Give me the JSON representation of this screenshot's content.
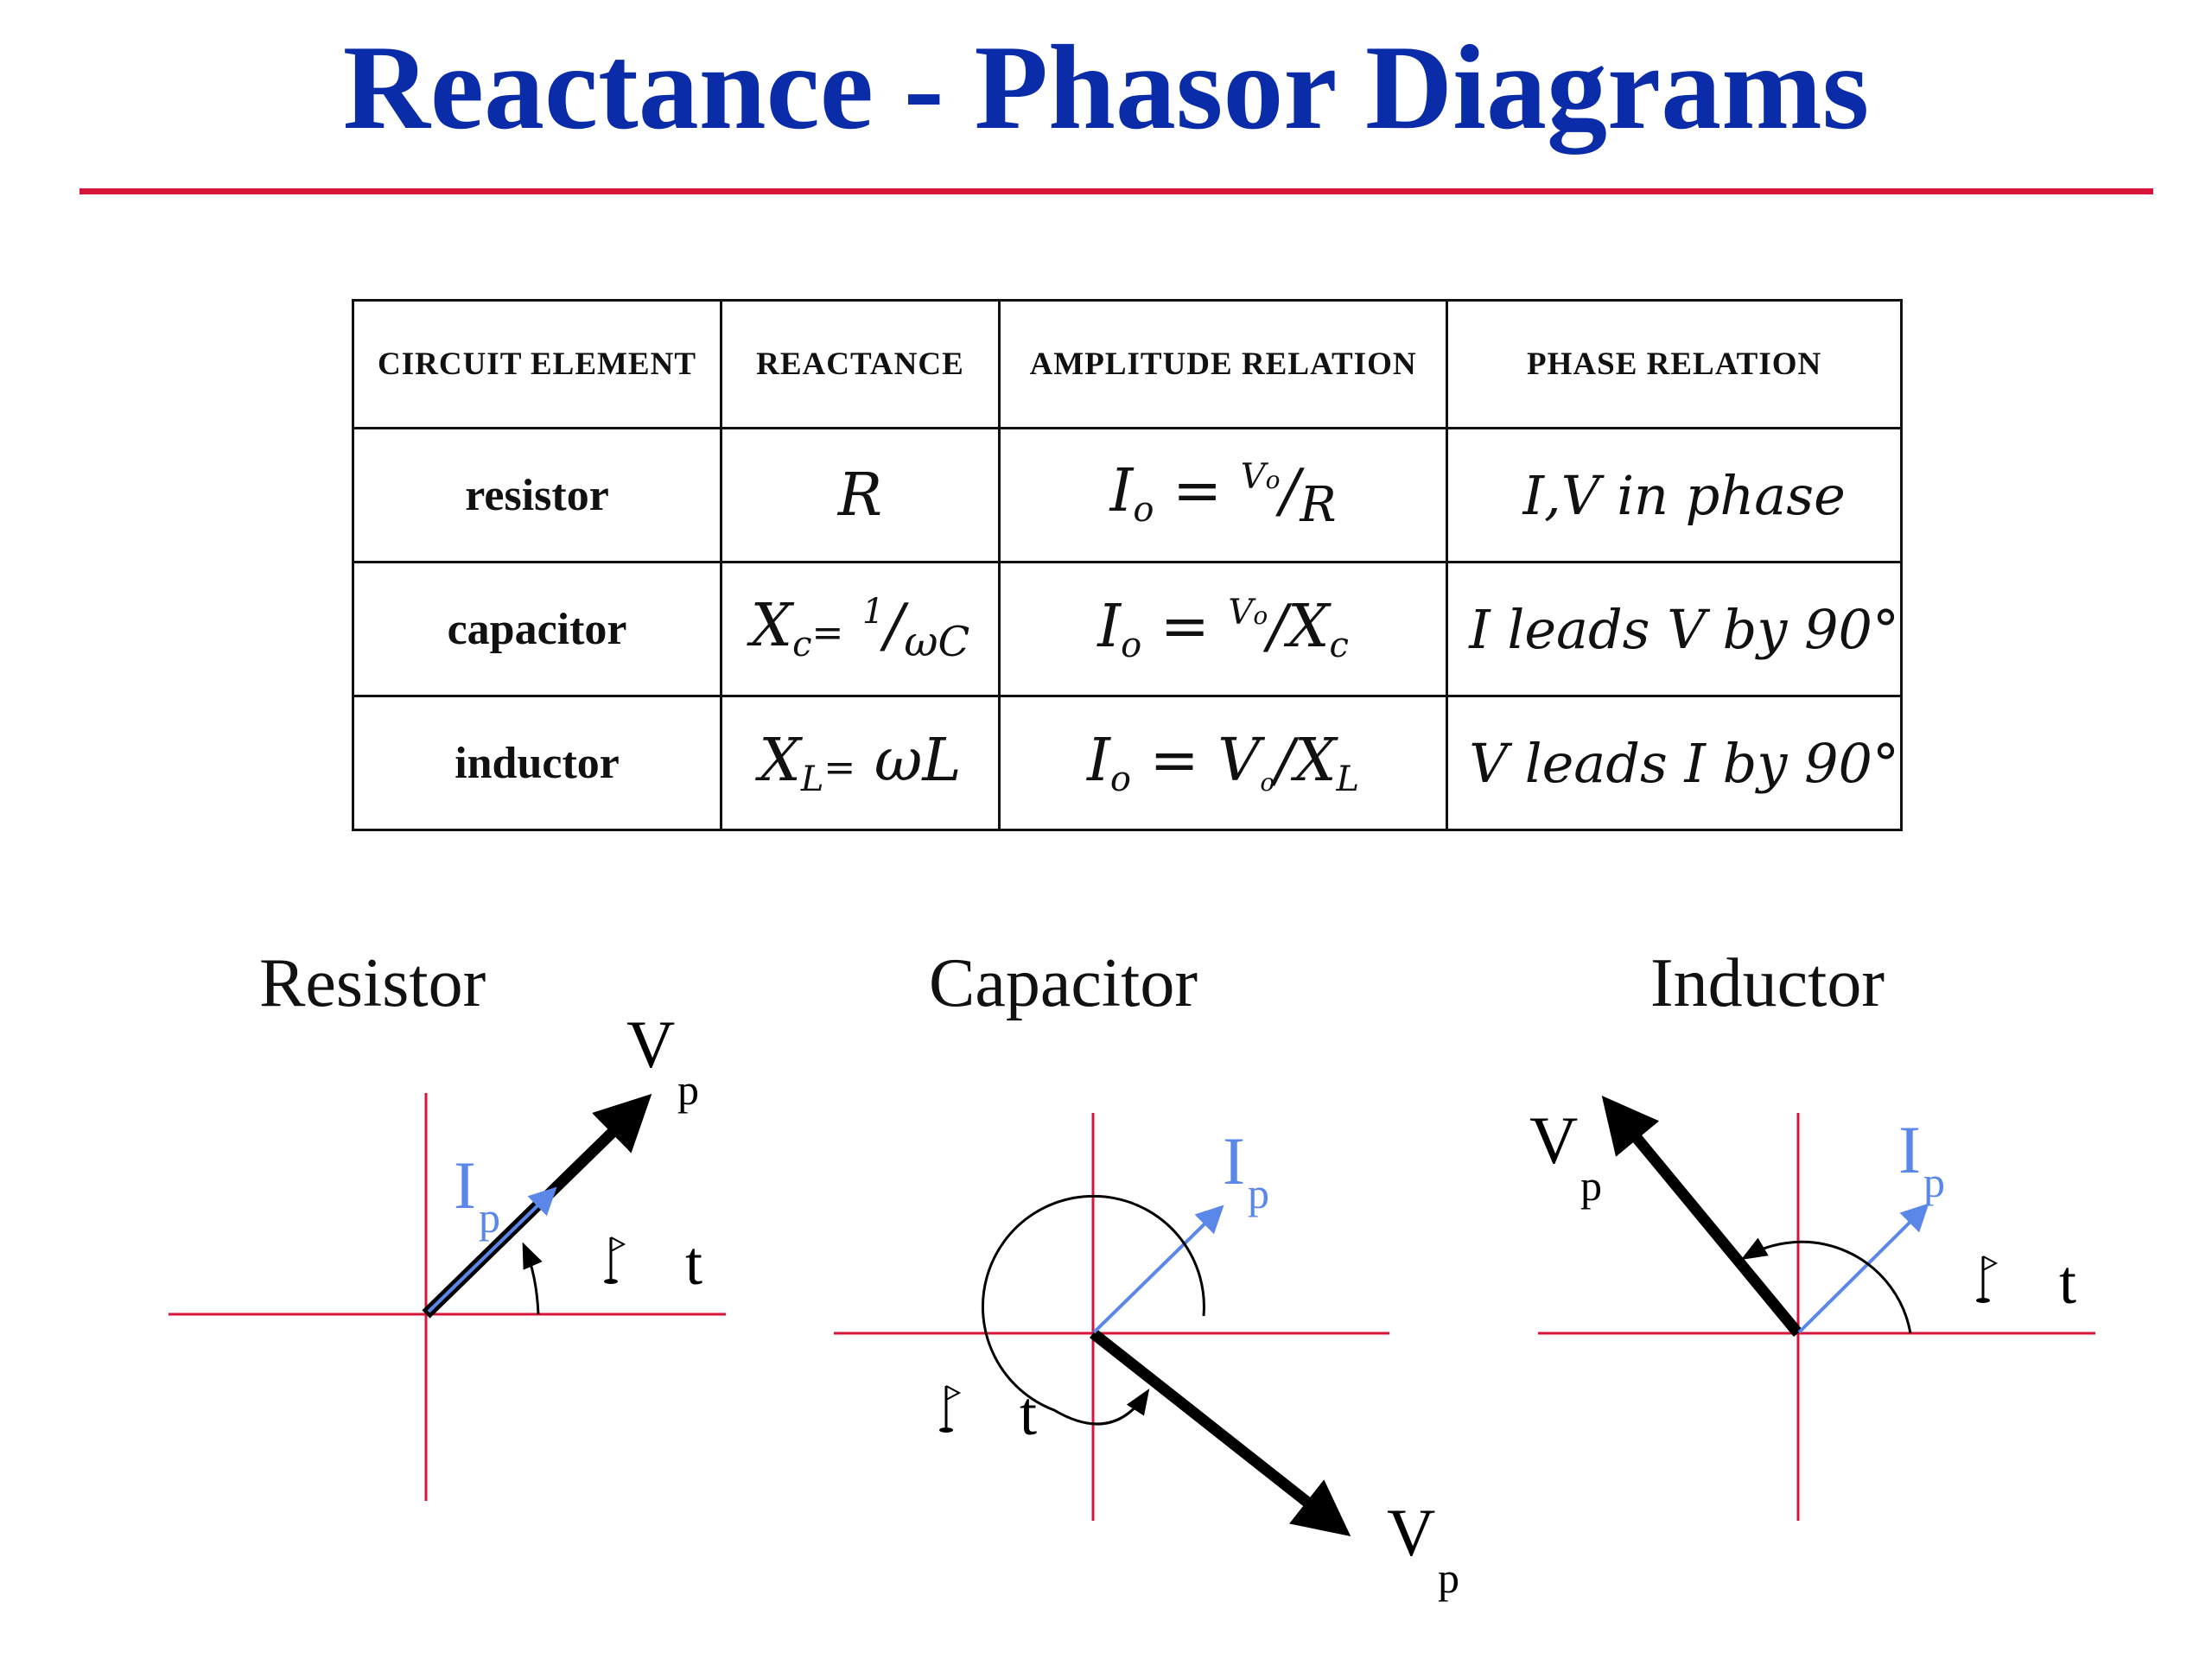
{
  "title": "Reactance - Phasor Diagrams",
  "table": {
    "headers": [
      "CIRCUIT ELEMENT",
      "REACTANCE",
      "AMPLITUDE RELATION",
      "PHASE RELATION"
    ],
    "rows": [
      {
        "element": "resistor",
        "reactance": "R",
        "amp_lhs": "I",
        "amp_lhs_sub": "o",
        "amp_eq": "=",
        "amp_num": "V",
        "amp_num_sub": "o",
        "amp_den": "R",
        "amp_den_sub": "",
        "phase": "I,V in phase"
      },
      {
        "element": "capacitor",
        "reactance_var": "X",
        "reactance_sub": "c",
        "reactance_eq": "=",
        "reactance_num": "1",
        "reactance_den": "ωC",
        "amp_lhs": "I",
        "amp_lhs_sub": "o",
        "amp_eq": "=",
        "amp_num": "V",
        "amp_num_sub": "o",
        "amp_den": "X",
        "amp_den_sub": "c",
        "phase": "I leads V by 90°"
      },
      {
        "element": "inductor",
        "reactance_var": "X",
        "reactance_sub": "L",
        "reactance_eq": "=",
        "reactance_rhs": "ωL",
        "amp_lhs": "I",
        "amp_lhs_sub": "o",
        "amp_eq": "=",
        "amp_num": "V",
        "amp_num_sub": "o",
        "amp_den": "X",
        "amp_den_sub": "L",
        "phase": "V leads I by 90°"
      }
    ]
  },
  "diagrams": [
    {
      "title": "Resistor",
      "v_label": "V",
      "v_sub": "p",
      "i_label": "I",
      "i_sub": "p",
      "t_label": "t"
    },
    {
      "title": "Capacitor",
      "v_label": "V",
      "v_sub": "p",
      "i_label": "I",
      "i_sub": "p",
      "t_label": "t"
    },
    {
      "title": "Inductor",
      "v_label": "V",
      "v_sub": "p",
      "i_label": "I",
      "i_sub": "p",
      "t_label": "t"
    }
  ],
  "colors": {
    "title": "#0a2ca8",
    "rule": "#d9143a",
    "axes": "#d9143a",
    "current_phasor": "#5b87e8",
    "voltage_phasor": "#000000"
  }
}
